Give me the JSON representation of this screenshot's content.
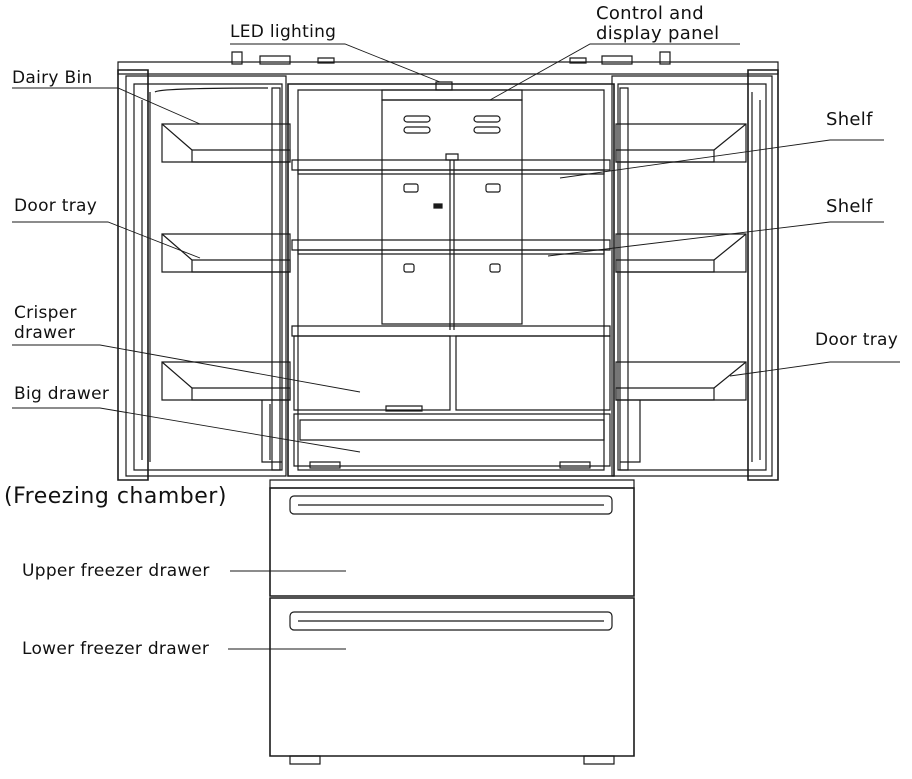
{
  "labels": {
    "led_lighting": "LED lighting",
    "control_panel_line1": "Control and",
    "control_panel_line2": "display panel",
    "dairy_bin": "Dairy Bin",
    "shelf_upper": "Shelf",
    "shelf_lower": "Shelf",
    "door_tray_left": "Door tray",
    "door_tray_right": "Door tray",
    "crisper_line1": "Crisper",
    "crisper_line2": "drawer",
    "big_drawer": "Big drawer",
    "freezing_chamber": "(Freezing chamber)",
    "upper_freezer_drawer": "Upper freezer drawer",
    "lower_freezer_drawer": "Lower freezer drawer"
  }
}
